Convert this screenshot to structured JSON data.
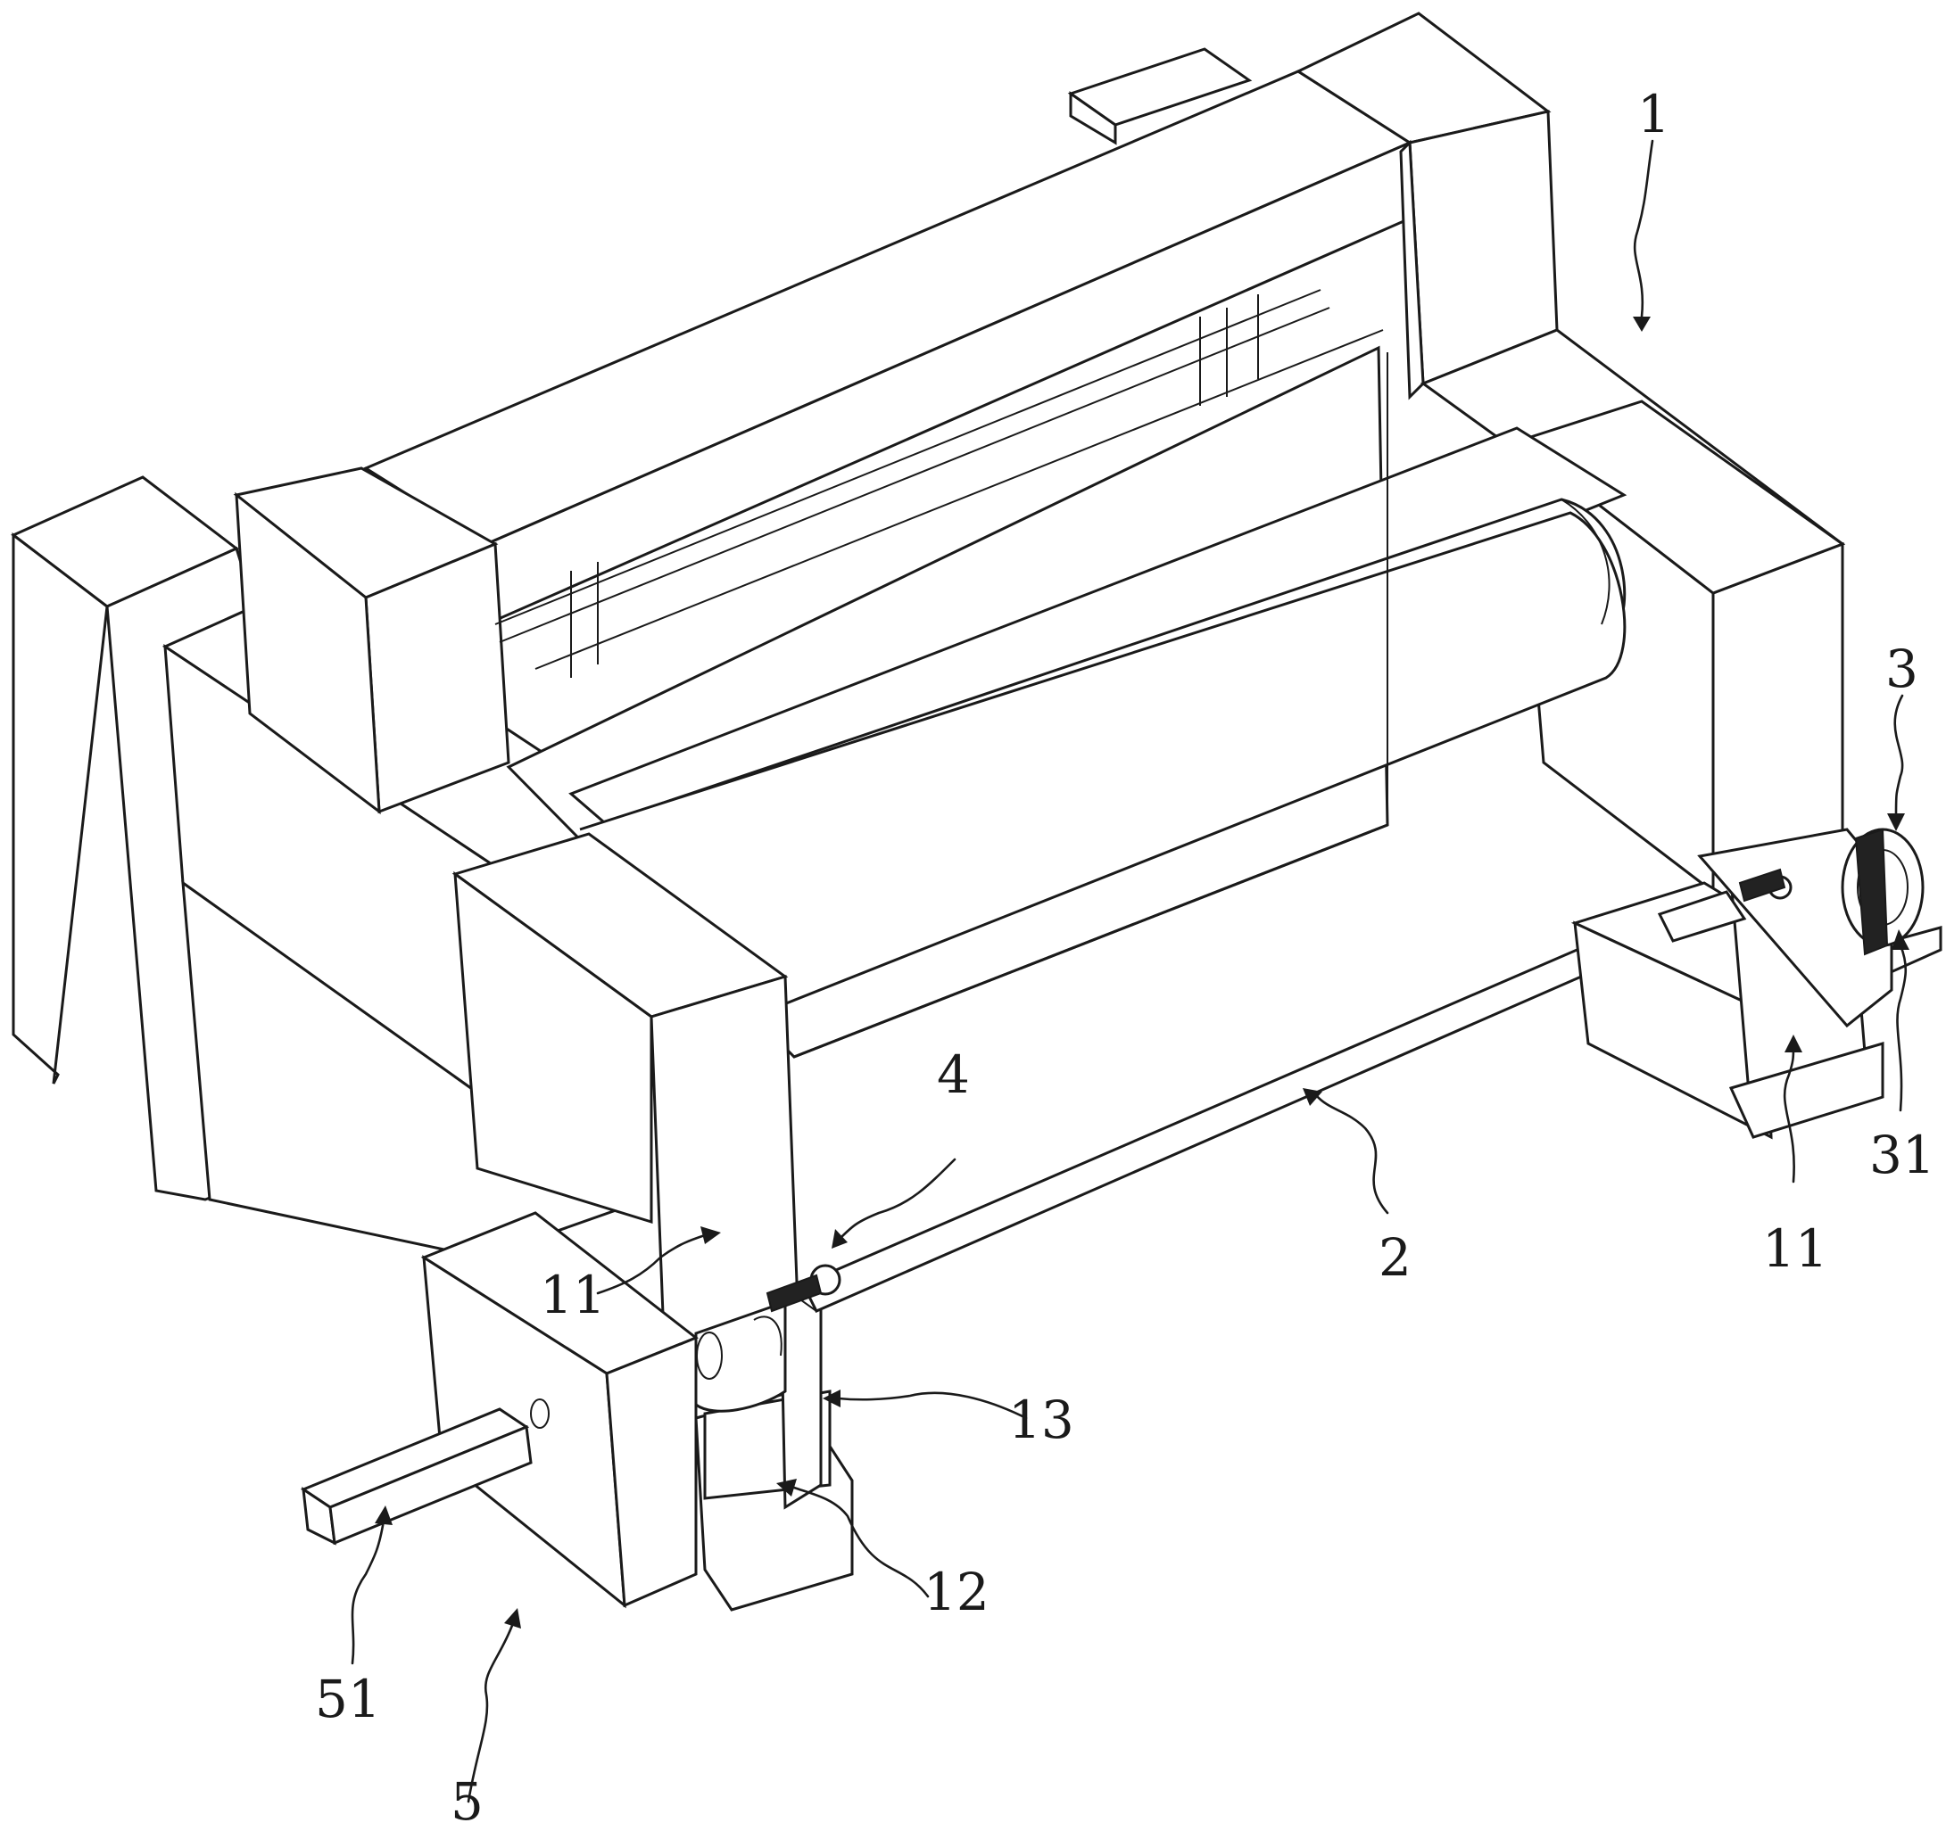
{
  "figure": {
    "reference_numerals": {
      "frame": "1",
      "roller_shaft": "2",
      "drive_assembly": "3",
      "drive_motor": "31",
      "coupling": "4",
      "crank_assembly": "5",
      "crank_handle": "51",
      "bearing_seat_left": "11",
      "bearing_seat_right": "11",
      "base_plate": "12",
      "support_plate": "13"
    }
  }
}
